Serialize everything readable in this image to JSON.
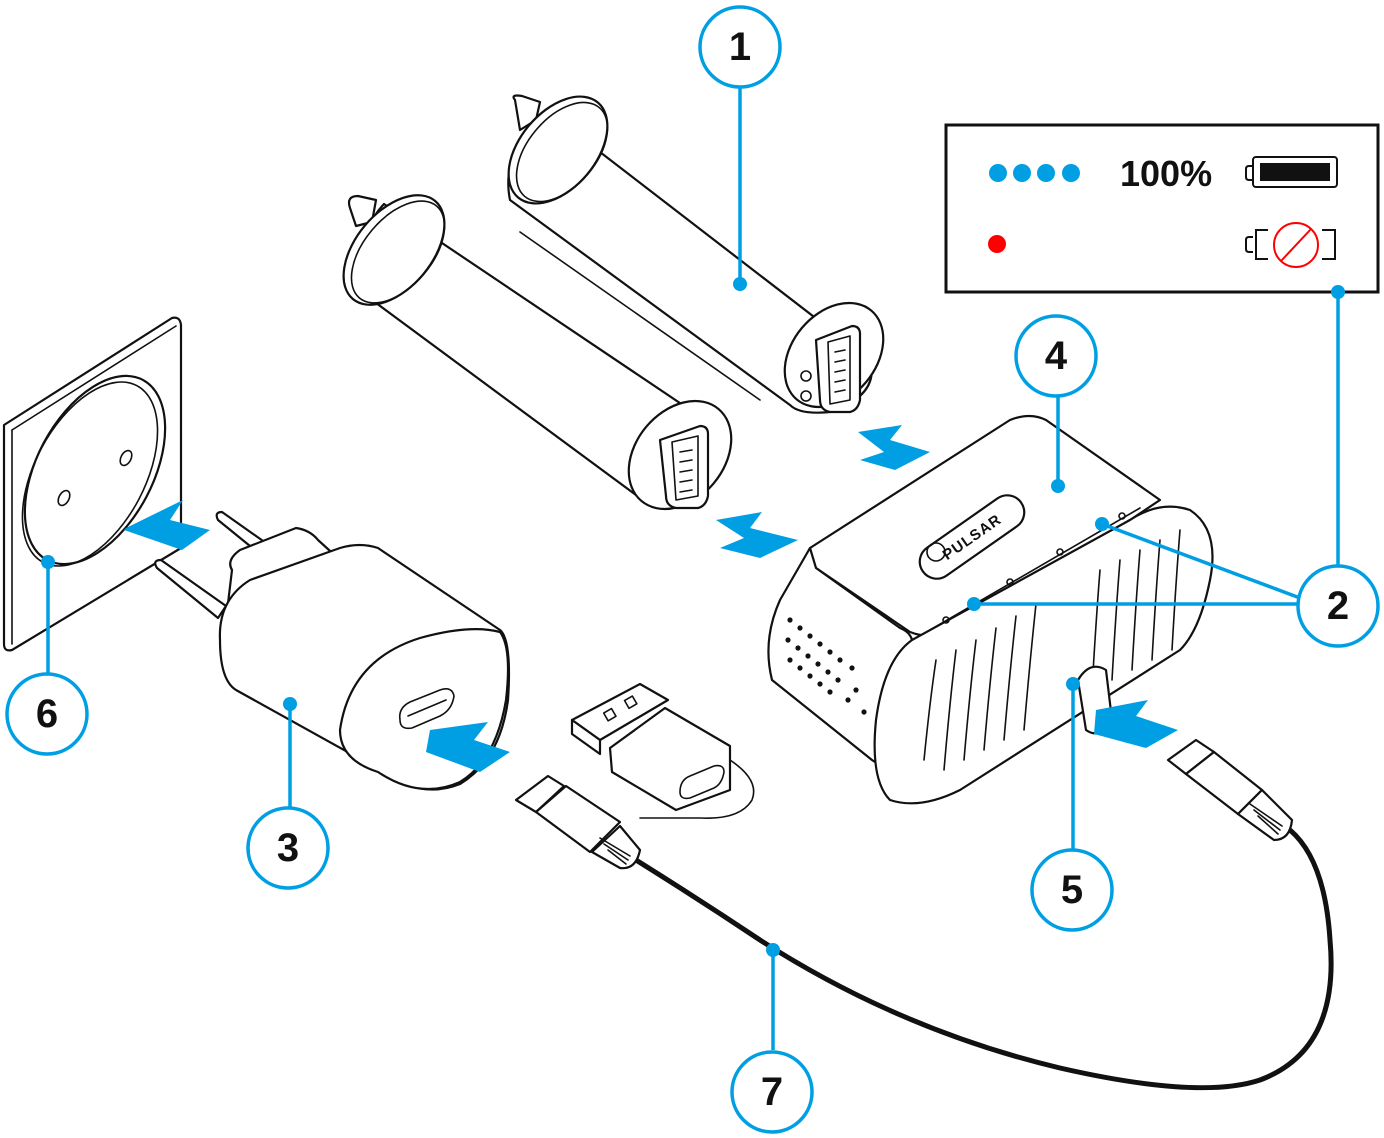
{
  "diagram": {
    "title": "Battery charger assembly and charging indication",
    "brand_label": "PULSAR",
    "colors": {
      "accent": "#009fe3",
      "line": "#111111",
      "error": "#ff0000",
      "background": "#ffffff"
    },
    "legend": {
      "rows": [
        {
          "indicator": "four-blue-dots",
          "dot_count": 4,
          "dot_color": "#009fe3",
          "text": "100%",
          "icon": "battery-full-icon",
          "charge_level": 1.0
        },
        {
          "indicator": "one-red-dot",
          "dot_count": 1,
          "dot_color": "#ff0000",
          "text": "",
          "icon": "battery-error-icon"
        }
      ]
    },
    "callouts": [
      {
        "id": "1",
        "label": "1",
        "target": "battery"
      },
      {
        "id": "2",
        "label": "2",
        "target": "indicator-leds"
      },
      {
        "id": "3",
        "label": "3",
        "target": "mains-adapter"
      },
      {
        "id": "4",
        "label": "4",
        "target": "charger-unit"
      },
      {
        "id": "5",
        "label": "5",
        "target": "usb-port"
      },
      {
        "id": "6",
        "label": "6",
        "target": "wall-socket"
      },
      {
        "id": "7",
        "label": "7",
        "target": "usb-cable"
      }
    ]
  }
}
